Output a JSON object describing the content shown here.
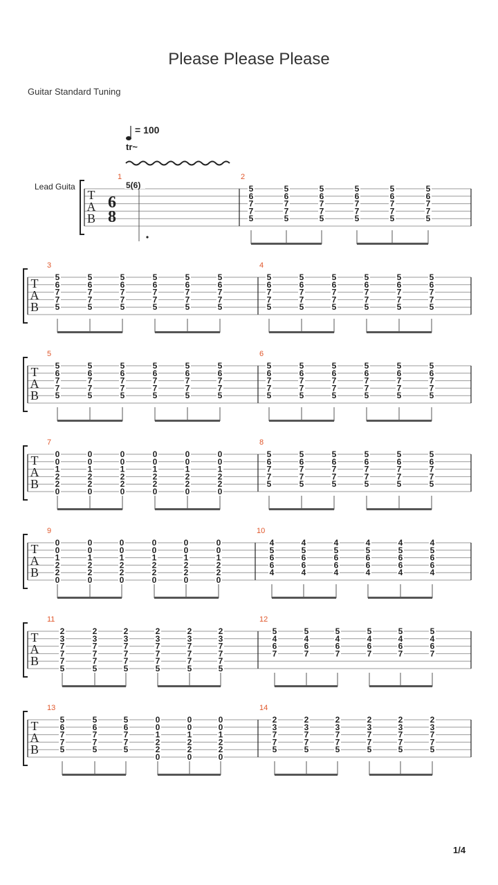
{
  "title": "Please Please Please",
  "tuning": "Guitar Standard Tuning",
  "tempo": {
    "value": "= 100",
    "note": "quarter-note-icon"
  },
  "ornament": "tr",
  "track": "Lead Guita",
  "time_signature": {
    "top": "6",
    "bottom": "8"
  },
  "tab_clef": [
    "T",
    "A",
    "B"
  ],
  "page": "1/4",
  "first_bar_note": "5(6)",
  "systems": [
    {
      "bars": [
        {
          "num": "1",
          "chords": []
        },
        {
          "num": "2",
          "chords": [
            [
              "5",
              "6",
              "7",
              "7",
              "5"
            ],
            [
              "5",
              "6",
              "7",
              "7",
              "5"
            ],
            [
              "5",
              "6",
              "7",
              "7",
              "5"
            ],
            [
              "5",
              "6",
              "7",
              "7",
              "5"
            ],
            [
              "5",
              "6",
              "7",
              "7",
              "5"
            ],
            [
              "5",
              "6",
              "7",
              "7",
              "5"
            ]
          ]
        }
      ]
    },
    {
      "bars": [
        {
          "num": "3",
          "chords": [
            [
              "5",
              "6",
              "7",
              "7",
              "5"
            ],
            [
              "5",
              "6",
              "7",
              "7",
              "5"
            ],
            [
              "5",
              "6",
              "7",
              "7",
              "5"
            ],
            [
              "5",
              "6",
              "7",
              "7",
              "5"
            ],
            [
              "5",
              "6",
              "7",
              "7",
              "5"
            ],
            [
              "5",
              "6",
              "7",
              "7",
              "5"
            ]
          ]
        },
        {
          "num": "4",
          "chords": [
            [
              "5",
              "6",
              "7",
              "7",
              "5"
            ],
            [
              "5",
              "6",
              "7",
              "7",
              "5"
            ],
            [
              "5",
              "6",
              "7",
              "7",
              "5"
            ],
            [
              "5",
              "6",
              "7",
              "7",
              "5"
            ],
            [
              "5",
              "6",
              "7",
              "7",
              "5"
            ],
            [
              "5",
              "6",
              "7",
              "7",
              "5"
            ]
          ]
        }
      ]
    },
    {
      "bars": [
        {
          "num": "5",
          "chords": [
            [
              "5",
              "6",
              "7",
              "7",
              "5"
            ],
            [
              "5",
              "6",
              "7",
              "7",
              "5"
            ],
            [
              "5",
              "6",
              "7",
              "7",
              "5"
            ],
            [
              "5",
              "6",
              "7",
              "7",
              "5"
            ],
            [
              "5",
              "6",
              "7",
              "7",
              "5"
            ],
            [
              "5",
              "6",
              "7",
              "7",
              "5"
            ]
          ]
        },
        {
          "num": "6",
          "chords": [
            [
              "5",
              "6",
              "7",
              "7",
              "5"
            ],
            [
              "5",
              "6",
              "7",
              "7",
              "5"
            ],
            [
              "5",
              "6",
              "7",
              "7",
              "5"
            ],
            [
              "5",
              "6",
              "7",
              "7",
              "5"
            ],
            [
              "5",
              "6",
              "7",
              "7",
              "5"
            ],
            [
              "5",
              "6",
              "7",
              "7",
              "5"
            ]
          ]
        }
      ]
    },
    {
      "bars": [
        {
          "num": "7",
          "chords": [
            [
              "0",
              "0",
              "1",
              "2",
              "2",
              "0"
            ],
            [
              "0",
              "0",
              "1",
              "2",
              "2",
              "0"
            ],
            [
              "0",
              "0",
              "1",
              "2",
              "2",
              "0"
            ],
            [
              "0",
              "0",
              "1",
              "2",
              "2",
              "0"
            ],
            [
              "0",
              "0",
              "1",
              "2",
              "2",
              "0"
            ],
            [
              "0",
              "0",
              "1",
              "2",
              "2",
              "0"
            ]
          ]
        },
        {
          "num": "8",
          "chords": [
            [
              "5",
              "6",
              "7",
              "7",
              "5"
            ],
            [
              "5",
              "6",
              "7",
              "7",
              "5"
            ],
            [
              "5",
              "6",
              "7",
              "7",
              "5"
            ],
            [
              "5",
              "6",
              "7",
              "7",
              "5"
            ],
            [
              "5",
              "6",
              "7",
              "7",
              "5"
            ],
            [
              "5",
              "6",
              "7",
              "7",
              "5"
            ]
          ]
        }
      ]
    },
    {
      "bars": [
        {
          "num": "9",
          "chords": [
            [
              "0",
              "0",
              "1",
              "2",
              "2",
              "0"
            ],
            [
              "0",
              "0",
              "1",
              "2",
              "2",
              "0"
            ],
            [
              "0",
              "0",
              "1",
              "2",
              "2",
              "0"
            ],
            [
              "0",
              "0",
              "1",
              "2",
              "2",
              "0"
            ],
            [
              "0",
              "0",
              "1",
              "2",
              "2",
              "0"
            ],
            [
              "0",
              "0",
              "1",
              "2",
              "2",
              "0"
            ]
          ]
        },
        {
          "num": "10",
          "chords": [
            [
              "4",
              "5",
              "6",
              "6",
              "4"
            ],
            [
              "4",
              "5",
              "6",
              "6",
              "4"
            ],
            [
              "4",
              "5",
              "6",
              "6",
              "4"
            ],
            [
              "4",
              "5",
              "6",
              "6",
              "4"
            ],
            [
              "4",
              "5",
              "6",
              "6",
              "4"
            ],
            [
              "4",
              "5",
              "6",
              "6",
              "4"
            ]
          ]
        }
      ]
    },
    {
      "bars": [
        {
          "num": "11",
          "chords": [
            [
              "2",
              "3",
              "7",
              "7",
              "7",
              "5"
            ],
            [
              "2",
              "3",
              "7",
              "7",
              "7",
              "5"
            ],
            [
              "2",
              "3",
              "7",
              "7",
              "7",
              "5"
            ],
            [
              "2",
              "3",
              "7",
              "7",
              "7",
              "5"
            ],
            [
              "2",
              "3",
              "7",
              "7",
              "7",
              "5"
            ],
            [
              "2",
              "3",
              "7",
              "7",
              "7",
              "5"
            ]
          ]
        },
        {
          "num": "12",
          "chords": [
            [
              "5",
              "4",
              "6",
              "7"
            ],
            [
              "5",
              "4",
              "6",
              "7"
            ],
            [
              "5",
              "4",
              "6",
              "7"
            ],
            [
              "5",
              "4",
              "6",
              "7"
            ],
            [
              "5",
              "4",
              "6",
              "7"
            ],
            [
              "5",
              "4",
              "6",
              "7"
            ]
          ]
        }
      ]
    },
    {
      "bars": [
        {
          "num": "13",
          "chords": [
            [
              "5",
              "6",
              "7",
              "7",
              "5"
            ],
            [
              "5",
              "6",
              "7",
              "7",
              "5"
            ],
            [
              "5",
              "6",
              "7",
              "7",
              "5"
            ],
            [
              "0",
              "0",
              "1",
              "2",
              "2",
              "0"
            ],
            [
              "0",
              "0",
              "1",
              "2",
              "2",
              "0"
            ],
            [
              "0",
              "0",
              "1",
              "2",
              "2",
              "0"
            ]
          ]
        },
        {
          "num": "14",
          "chords": [
            [
              "2",
              "3",
              "7",
              "7",
              "5"
            ],
            [
              "2",
              "3",
              "7",
              "7",
              "5"
            ],
            [
              "2",
              "3",
              "7",
              "7",
              "5"
            ],
            [
              "2",
              "3",
              "7",
              "7",
              "5"
            ],
            [
              "2",
              "3",
              "7",
              "7",
              "5"
            ],
            [
              "2",
              "3",
              "7",
              "7",
              "5"
            ]
          ]
        }
      ]
    }
  ]
}
